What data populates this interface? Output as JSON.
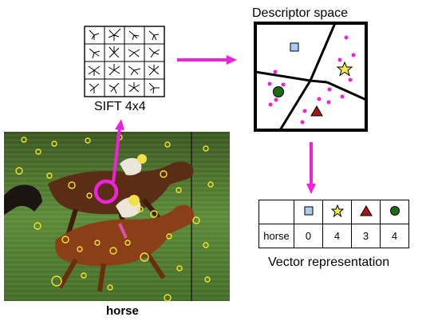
{
  "sift_label": "SIFT 4x4",
  "descriptor_title": "Descriptor space",
  "vector_caption": "Vector representation",
  "image_caption": "horse",
  "table": {
    "row_label": "horse",
    "symbols": [
      "blue-square",
      "yellow-star",
      "red-triangle",
      "green-circle"
    ],
    "values": [
      "0",
      "4",
      "3",
      "4"
    ]
  },
  "colors": {
    "arrow": "#ee22dd",
    "square": "#a9cdf2",
    "star": "#f3ec4a",
    "triangle": "#a11a16",
    "circle": "#1f6a14",
    "dots": "#ee22dd",
    "keypoints": "#f2e62a",
    "turf": "#4f7a31"
  }
}
